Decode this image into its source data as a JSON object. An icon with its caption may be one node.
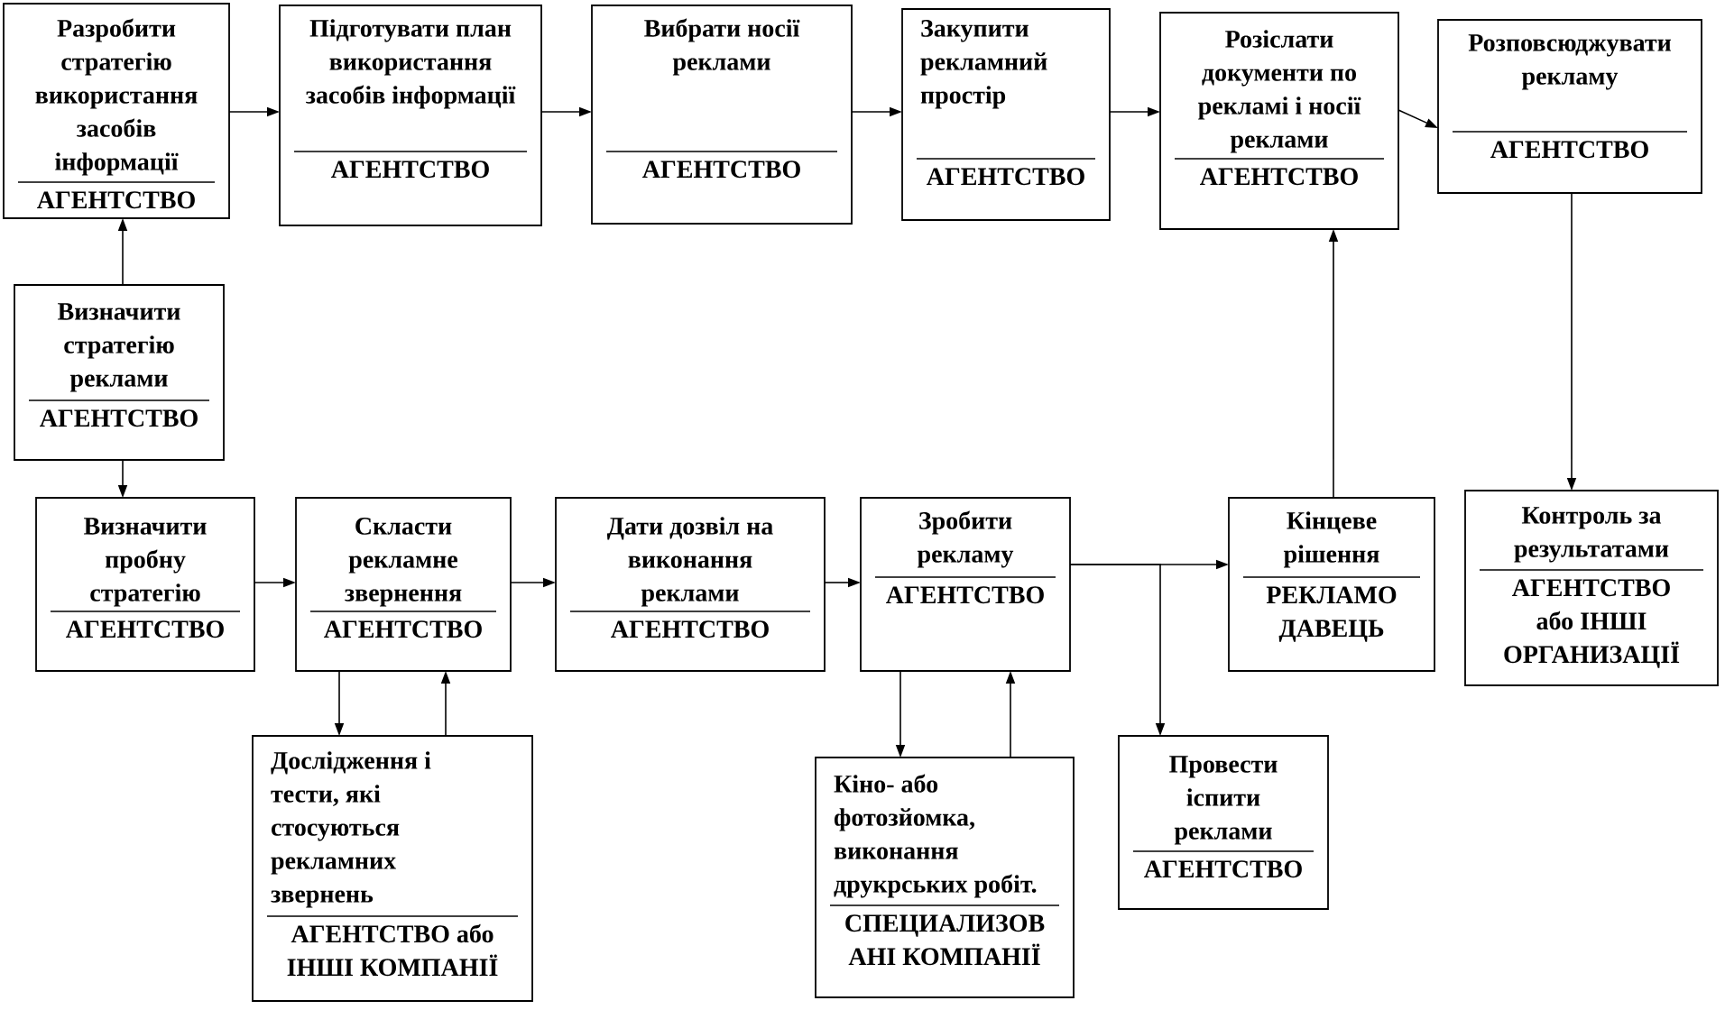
{
  "diagram": {
    "nodes": [
      {
        "text": [
          "Разробити стратегію використання засобів інформації",
          "АГЕНТСТВО"
        ]
      },
      {
        "text": [
          "Підготувати план використання засобів інформації",
          "АГЕНТСТВО"
        ]
      },
      {
        "text": [
          "Вибрати носії реклами",
          "АГЕНТСТВО"
        ]
      },
      {
        "text": [
          "Закупити рекламний простір",
          "АГЕНТСТВО"
        ]
      },
      {
        "text": [
          "Розіслати документи по рекламі і носії реклами",
          "АГЕНТСТВО"
        ]
      },
      {
        "text": [
          "Розповсюджувати рекламу",
          "АГЕНТСТВО"
        ]
      },
      {
        "text": [
          "Визначити стратегію реклами",
          "АГЕНТСТВО"
        ]
      },
      {
        "text": [
          "Визначити пробну стратегію",
          "АГЕНТСТВО"
        ]
      },
      {
        "text": [
          "Скласти рекламне звернення",
          "АГЕНТСТВО"
        ]
      },
      {
        "text": [
          "Дати дозвіл на виконання реклами",
          "АГЕНТСТВО"
        ]
      },
      {
        "text": [
          "Зробити рекламу",
          "АГЕНТСТВО"
        ]
      },
      {
        "text": [
          "Кінцеве рішення",
          "РЕКЛАМО ДАВЕЦЬ"
        ]
      },
      {
        "text": [
          "Контроль за результатами",
          "АГЕНТСТВО або ІНШІ ОРГАНИЗАЦІЇ"
        ]
      },
      {
        "text": [
          "Дослідження і тести, які стосуються рекламних звернень",
          "АГЕНТСТВО або ІНШІ КОМПАНІЇ"
        ]
      },
      {
        "text": [
          "Кіно- або фотозйомка, виконання друкрських робіт.",
          "СПЕЦИАЛИЗОВ АНІ КОМПАНІЇ"
        ]
      },
      {
        "text": [
          "Провести іспити реклами",
          "АГЕНТСТВО"
        ]
      }
    ],
    "edges": [
      {
        "from": 0,
        "to": 1,
        "arrow": "to"
      },
      {
        "from": 1,
        "to": 2,
        "arrow": "to"
      },
      {
        "from": 2,
        "to": 3,
        "arrow": "to"
      },
      {
        "from": 3,
        "to": 4,
        "arrow": "to"
      },
      {
        "from": 4,
        "to": 5,
        "arrow": "to"
      },
      {
        "from": 6,
        "to": 0,
        "arrow": "to"
      },
      {
        "from": 6,
        "to": 7,
        "arrow": "to"
      },
      {
        "from": 7,
        "to": 8,
        "arrow": "to"
      },
      {
        "from": 8,
        "to": 9,
        "arrow": "to"
      },
      {
        "from": 9,
        "to": 10,
        "arrow": "to"
      },
      {
        "from": 10,
        "to": 11,
        "arrow": "to"
      },
      {
        "from": 10,
        "to": 15,
        "arrow": "to"
      },
      {
        "from": 11,
        "to": 4,
        "arrow": "to"
      },
      {
        "from": 5,
        "to": 12,
        "arrow": "to"
      },
      {
        "from": 8,
        "to": 13,
        "arrow": "to"
      },
      {
        "from": 13,
        "to": 8,
        "arrow": "to"
      },
      {
        "from": 10,
        "to": 14,
        "arrow": "to"
      },
      {
        "from": 14,
        "to": 10,
        "arrow": "to"
      }
    ]
  }
}
